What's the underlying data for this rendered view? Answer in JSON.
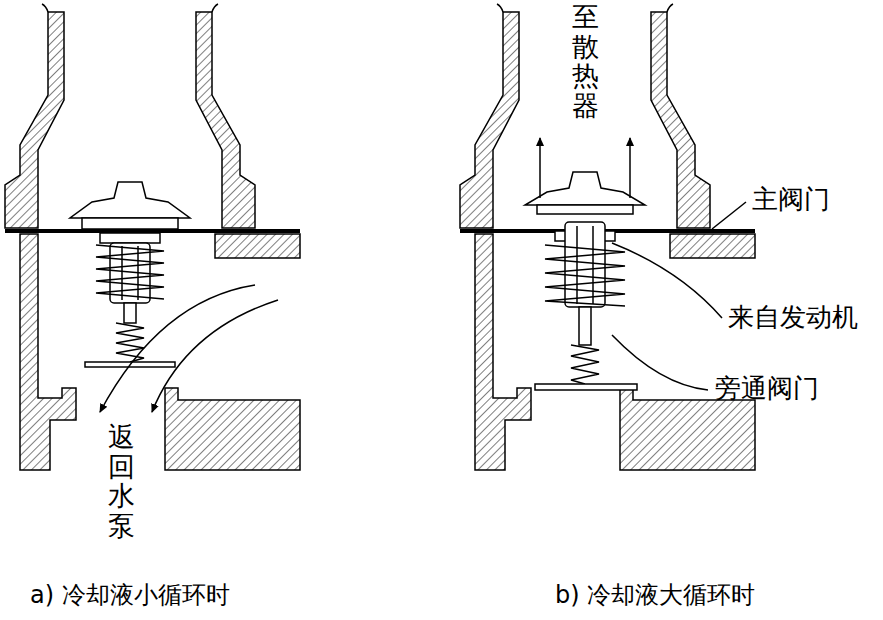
{
  "diagram": {
    "labels": [
      "返回水泵",
      "至散热器",
      "主阀门",
      "来自发动机",
      "旁通阀门",
      "a) 冷却液小循环时",
      "b) 冷却液大循环时"
    ]
  }
}
